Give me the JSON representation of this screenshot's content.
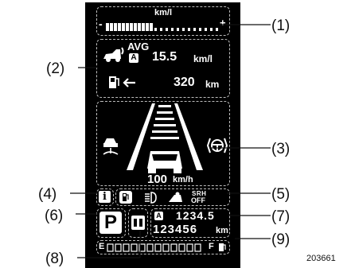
{
  "callouts": [
    "(1)",
    "(2)",
    "(3)",
    "(4)",
    "(5)",
    "(6)",
    "(7)",
    "(8)",
    "(9)"
  ],
  "figure_id": "203661",
  "economy_bar": {
    "unit": "km/l",
    "minus": "-",
    "plus": "+"
  },
  "average_fuel": {
    "label": "AVG",
    "mode_letter": "A",
    "value": "15.5",
    "unit": "km/l"
  },
  "range": {
    "value": "320",
    "unit": "km"
  },
  "cruise": {
    "speed": "100",
    "unit": "km/h"
  },
  "indicators": {
    "info": "i",
    "srh_line1": "SRH",
    "srh_line2": "OFF"
  },
  "gear": {
    "letter": "P"
  },
  "odometer": {
    "trip_letter": "A",
    "trip_value": "1234.5",
    "total_value": "123456",
    "unit": "km"
  },
  "fuel_gauge": {
    "empty_label": "E",
    "full_label": "F"
  },
  "colors": {
    "panel": "#000000",
    "text": "#ffffff",
    "dashed": "#bdbdbd",
    "line": "#111111"
  }
}
